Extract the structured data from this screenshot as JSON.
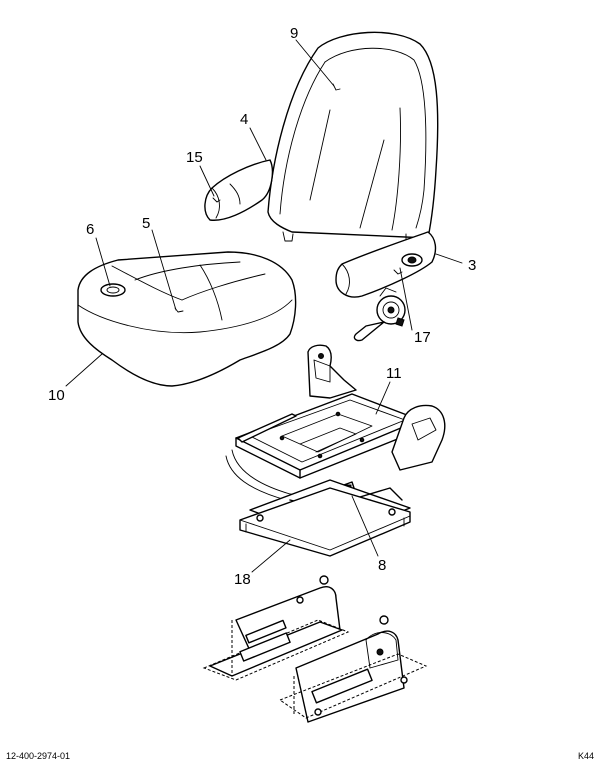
{
  "diagram": {
    "callouts": [
      {
        "id": "9",
        "text": "9"
      },
      {
        "id": "4",
        "text": "4"
      },
      {
        "id": "15",
        "text": "15"
      },
      {
        "id": "5",
        "text": "5"
      },
      {
        "id": "6",
        "text": "6"
      },
      {
        "id": "3",
        "text": "3"
      },
      {
        "id": "17",
        "text": "17"
      },
      {
        "id": "10",
        "text": "10"
      },
      {
        "id": "11",
        "text": "11"
      },
      {
        "id": "8",
        "text": "8"
      },
      {
        "id": "18",
        "text": "18"
      }
    ],
    "footer_left": "12-400-2974-01",
    "footer_right": "K44"
  }
}
